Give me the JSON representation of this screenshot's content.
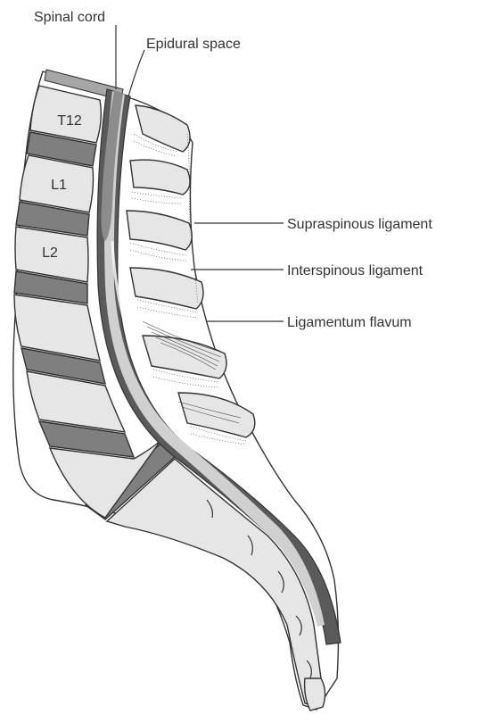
{
  "labels": {
    "spinal_cord": "Spinal cord",
    "epidural_space": "Epidural space",
    "supraspinous": "Supraspinous ligament",
    "interspinous": "Interspinous ligament",
    "flavum": "Ligamentum flavum"
  },
  "vertebrae": {
    "t12": "T12",
    "l1": "L1",
    "l2": "L2"
  },
  "colors": {
    "bone": "#e6e6e6",
    "disc": "#7f7f7f",
    "cord": "#8c8c8c",
    "canal": "#5a5a5a",
    "dura": "#d0d0d0",
    "outline": "#333333"
  }
}
